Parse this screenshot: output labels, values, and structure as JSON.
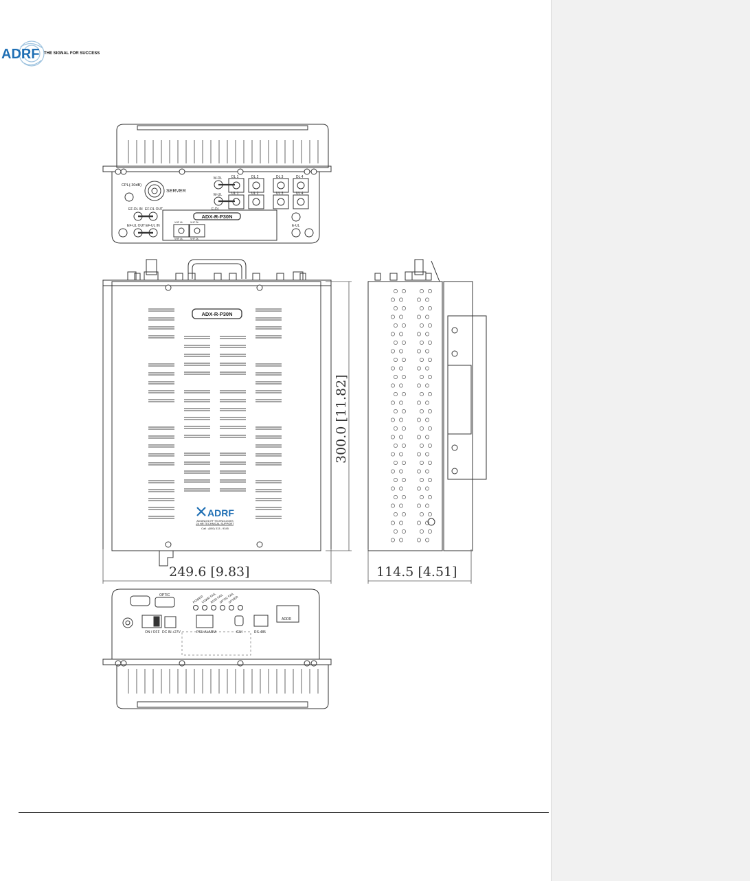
{
  "brand": {
    "logo_text": "ADRF",
    "tagline": "THE SIGNAL FOR SUCCESS"
  },
  "top_view": {
    "cpl_label": "CPL(-30dB)",
    "server_label": "SERVER",
    "m_dl": "M-DL",
    "m_ul": "M-UL",
    "dl_ports": [
      "DL 1",
      "DL 2",
      "DL 3",
      "DL 4"
    ],
    "ul_ports": [
      "UL 1",
      "UL 2",
      "UL 3",
      "UL 4"
    ],
    "e_dl": "E-DL",
    "e_ul": "E-UL",
    "ef_dl_in": "EF-DL IN",
    "ef_dl_out": "EF-DL OUT",
    "ef_ul_out": "EF-UL OUT",
    "ef_ul_in": "EF-UL IN",
    "model": "ADX-R-P30N",
    "vhf_ul": "VHF UL",
    "vhf_dl": "VHF DL"
  },
  "front_view": {
    "model": "ADX-R-P30N",
    "logo_text": "ADRF",
    "company": "ADVANCED RF TECHNOLOGIES",
    "support": "24 HR TECHNICAL SUPPORT",
    "phone": "Call : (800) 313 - 9345",
    "height_dim": "300.0  [11.82]",
    "width_dim": "249.6  [9.83]"
  },
  "side_view": {
    "depth_dim": "114.5  [4.51]"
  },
  "bottom_view": {
    "optic": "OPTIC",
    "leds": [
      "POWER",
      "VSWR FAIL",
      "RSSI FAIL",
      "OPTIC FAIL",
      "OTHER"
    ],
    "on_off": "ON / OFF",
    "dc_in": "DC IN +27V",
    "psu_alarm": "PSU ALARM",
    "gui": "GUI",
    "rs485": "RS-485",
    "addr": "ADDR"
  }
}
